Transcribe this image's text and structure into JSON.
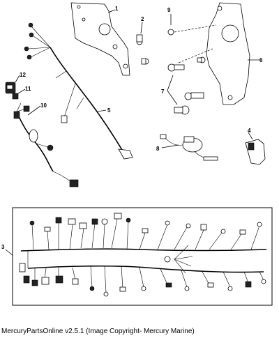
{
  "caption": "MercuryPartsOnline v2.5.1 (Image Copyright- Mercury Marine)",
  "callouts": {
    "c1": "1",
    "c2": "2",
    "c3": "3",
    "c4": "4",
    "c5": "5",
    "c6": "6",
    "c7": "7",
    "c8": "8",
    "c9": "9",
    "c10": "10",
    "c11": "11",
    "c12": "12"
  }
}
